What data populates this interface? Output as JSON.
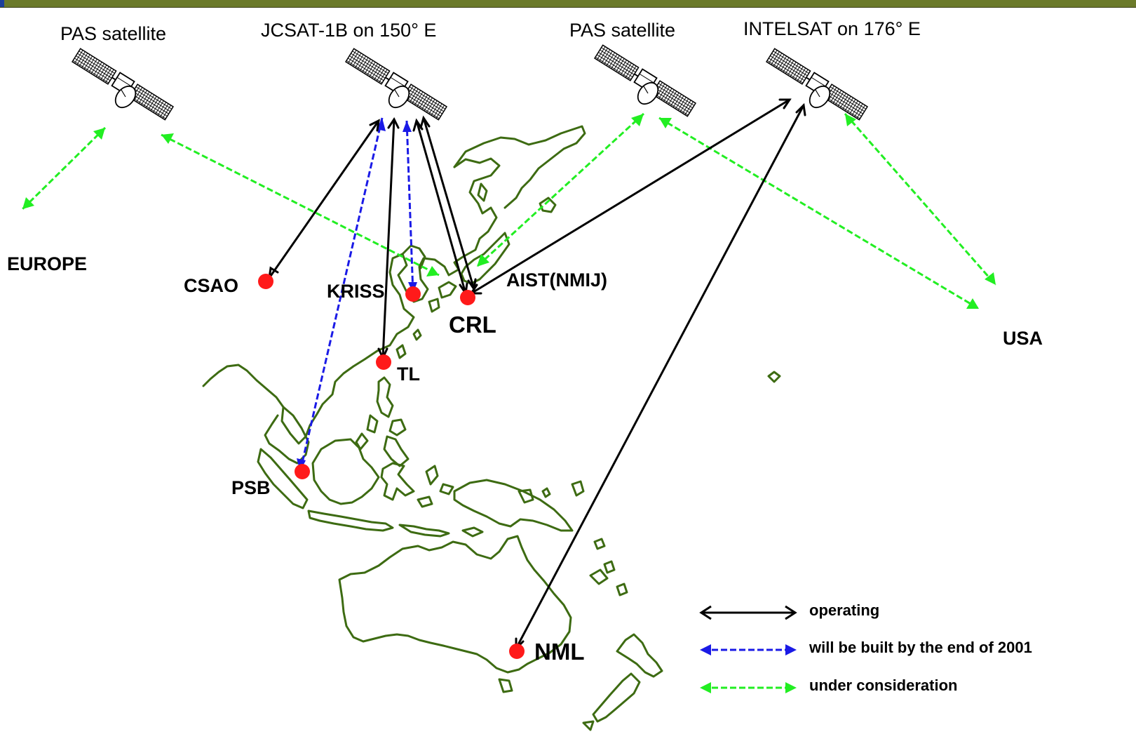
{
  "satellites": {
    "pas_left": "PAS satellite",
    "jcsat": "JCSAT-1B on 150° E",
    "pas_right": "PAS satellite",
    "intelsat": "INTELSAT on 176° E"
  },
  "sites": {
    "europe": "EUROPE",
    "csao": "CSAO",
    "kriss": "KRISS",
    "aist": "AIST(NMIJ)",
    "crl": "CRL",
    "tl": "TL",
    "psb": "PSB",
    "nml": "NML",
    "usa": "USA"
  },
  "legend": {
    "operating": "operating",
    "planned": "will be built by the end of 2001",
    "considered": "under consideration"
  },
  "colors": {
    "operating": "#000000",
    "planned": "#1a1ae6",
    "considered": "#22ee22",
    "coast": "#3d6b12",
    "site_dot": "#ff1a1a",
    "header_bar": "#6b7a2a"
  }
}
